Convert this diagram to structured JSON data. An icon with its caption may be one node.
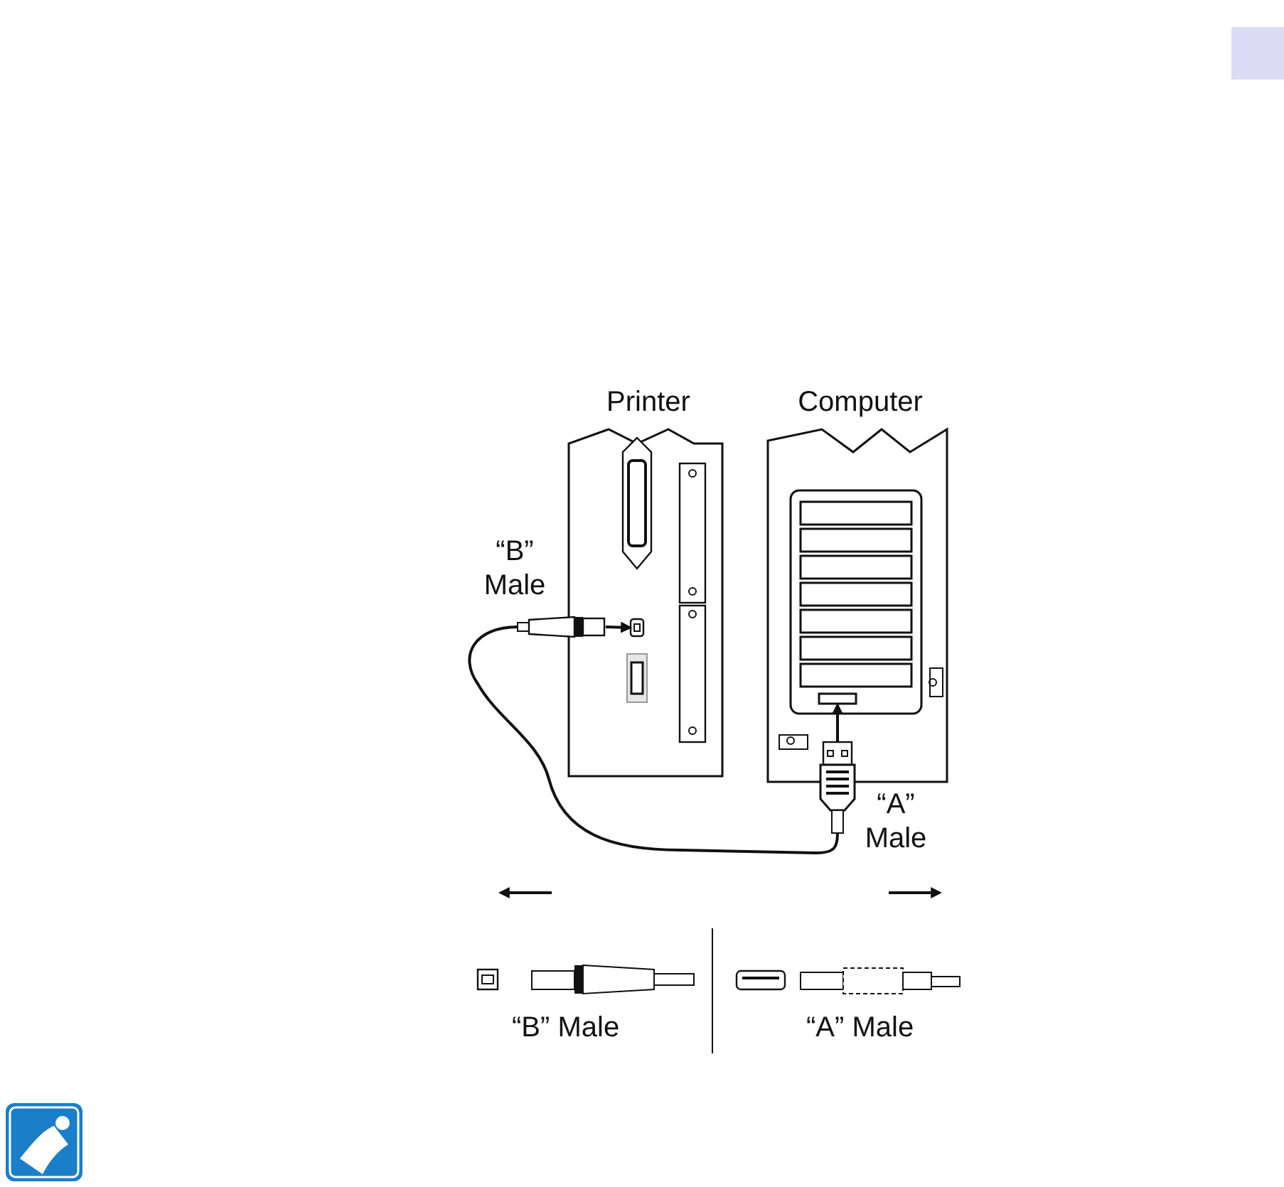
{
  "diagram": {
    "nodes": [
      {
        "text": [
          "Printer"
        ]
      },
      {
        "text": [],
        "shape": "plug",
        "beside": [
          "“B” Male"
        ]
      },
      {
        "text": [],
        "shape": "port",
        "in": 0
      },
      {
        "text": [
          "Computer"
        ]
      },
      {
        "text": [],
        "shape": "slot",
        "in": 3
      },
      {
        "text": [],
        "shape": "plug",
        "beside": [
          "“A” Male"
        ]
      }
    ],
    "edges": [
      {
        "from": 1,
        "to": 2,
        "arrow": "to"
      },
      {
        "from": 5,
        "to": 4,
        "arrow": "to"
      },
      {
        "from": 1,
        "to": 5,
        "arrow": "none"
      }
    ],
    "labels": [
      "“B” Male",
      "“A” Male"
    ]
  }
}
